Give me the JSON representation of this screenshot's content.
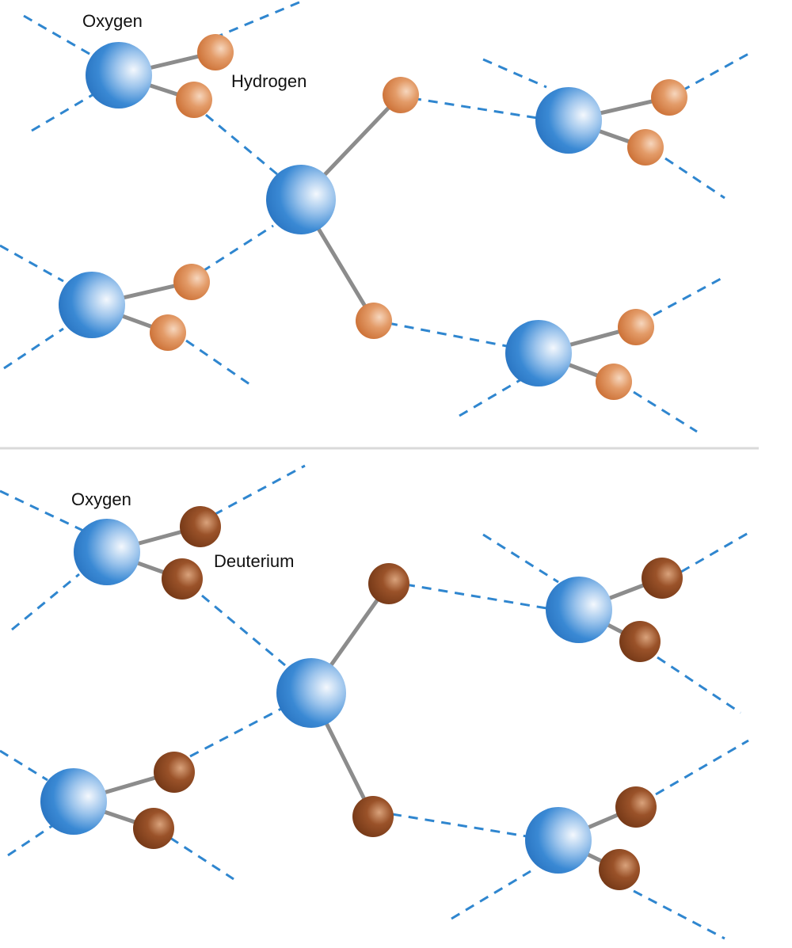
{
  "panels": [
    {
      "oxygen_label": "Oxygen",
      "hydrogen_label": "Hydrogen",
      "hydrogen_color": "orange-brown"
    },
    {
      "oxygen_label": "Oxygen",
      "hydrogen_label": "Deuterium",
      "hydrogen_color": "dark-brown"
    }
  ],
  "colors": {
    "oxygen": "#2f80d0",
    "hydrogen": "#d9834a",
    "deuterium": "#8f4a22",
    "hydrogen_bond": "#2f86cf",
    "covalent_bond": "#8c8c8c"
  }
}
